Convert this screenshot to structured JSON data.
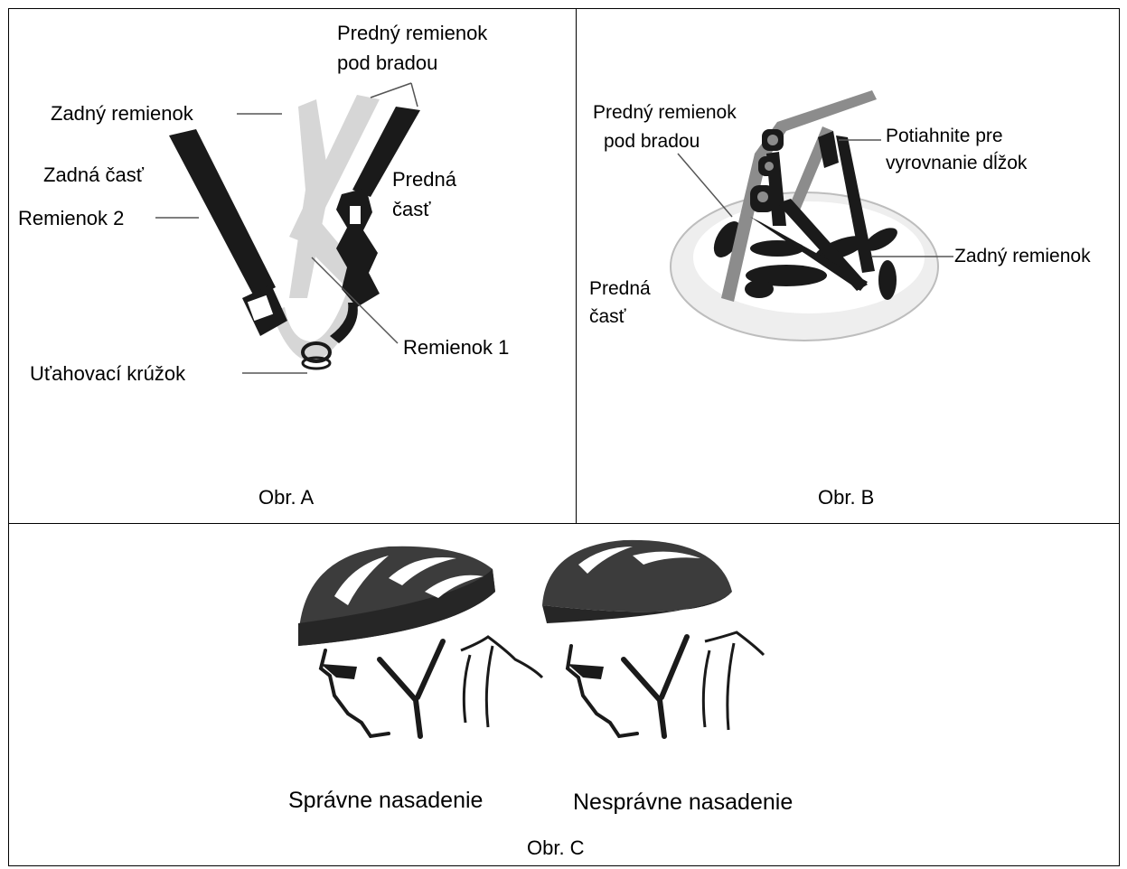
{
  "figure_a": {
    "caption": "Obr. A",
    "labels": {
      "front_strap_top": "Predný remienok",
      "front_strap_bottom": "pod bradou",
      "rear_strap": "Zadný remienok",
      "rear_part": "Zadná časť",
      "strap_2": "Remienok 2",
      "front_part_top": "Predná",
      "front_part_bottom": "časť",
      "strap_1": "Remienok 1",
      "tightening_ring": "Uťahovací krúžok"
    }
  },
  "figure_b": {
    "caption": "Obr. B",
    "labels": {
      "front_strap_top": "Predný remienok",
      "front_strap_bottom": "pod bradou",
      "pull_top": "Potiahnite pre",
      "pull_bottom": "vyrovnanie dĺžok",
      "rear_strap": "Zadný remienok",
      "front_part_top": "Predná",
      "front_part_bottom": "časť"
    }
  },
  "figure_c": {
    "caption": "Obr. C",
    "correct_label": "Správne nasadenie",
    "incorrect_label": "Nesprávne nasadenie"
  },
  "colors": {
    "strap_dark": "#1a1a1a",
    "strap_light": "#d4d4d4",
    "helmet_shell": "#3c3c3c",
    "helmet_base": "#eeeeee"
  }
}
